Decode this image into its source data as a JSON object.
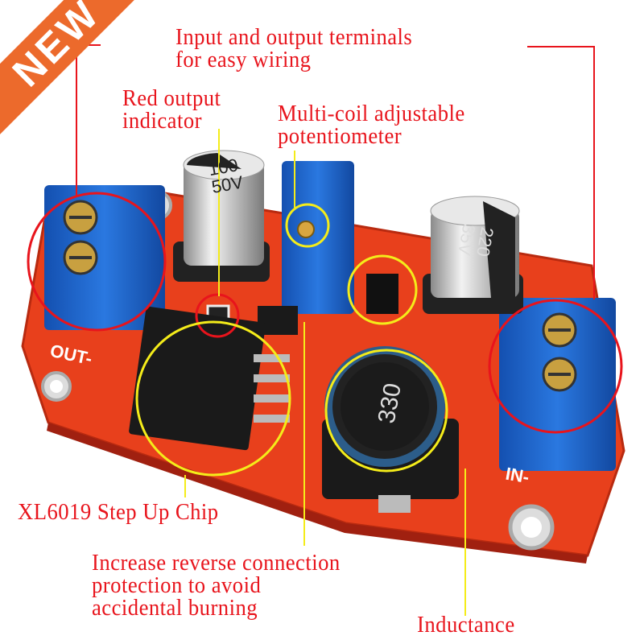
{
  "badge": {
    "text": "NEW",
    "color": "#ec6a2c"
  },
  "annotations": {
    "terminals": "Input and output terminals\nfor easy wiring",
    "indicator": "Red output\nindicator",
    "potentiometer": "Multi-coil adjustable\npotentiometer",
    "chip": "XL6019 Step Up Chip",
    "protection": "Increase reverse connection\nprotection to avoid\naccidental burning",
    "inductance": "Inductance"
  },
  "board": {
    "out_label": "OUT-",
    "in_label": "IN-",
    "cap_left": "100\n50V",
    "cap_right": "220\n35V",
    "inductor_marking": "330"
  },
  "colors": {
    "label_text": "#e8141c",
    "pcb": "#e8401c",
    "terminal": "#1e63c8",
    "highlight_yellow": "#f4ec1a",
    "highlight_red": "#e8141c"
  }
}
